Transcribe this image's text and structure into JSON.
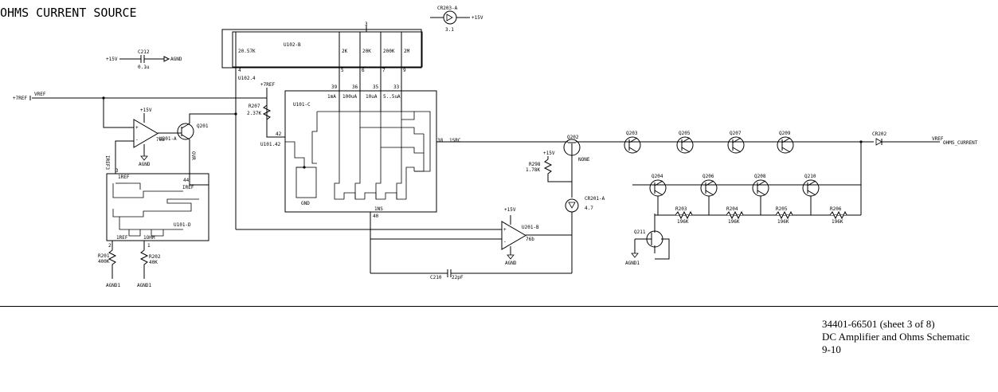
{
  "title": "OHMS CURRENT SOURCE",
  "footer": {
    "part": "34401-66501 (sheet 3 of 8)",
    "name": "DC Amplifier and Ohms Schematic",
    "page": "9-10"
  },
  "nets": {
    "vref_in": "+7REF",
    "vref_in_tag": "VREF",
    "plus15": "+15V",
    "agnd": "AGND",
    "agnd1": "AGND1",
    "out_tag": "VREF",
    "out": "OHMS_CURRENT",
    "rref": "+7REF",
    "ref": "1REF",
    "ohm": "1OHM",
    "pin40": "1NS",
    "pin38": "1SRC",
    "none": "NONE",
    "gnd": "GND",
    "u102_4": "U102.4",
    "u101_42": "U101.42",
    "iref3": "IREF3",
    "ovr": "OVR",
    "ref44": "IREF",
    "refp": "1REF"
  },
  "parts": {
    "c212": {
      "ref": "C212",
      "value": "0.1u"
    },
    "u102b": {
      "ref": "U102-B"
    },
    "u102_res": [
      "20.57K",
      "2K",
      "20K",
      "200K",
      "2M"
    ],
    "u102_pins": [
      "4",
      "5",
      "6",
      "7",
      "9",
      "3"
    ],
    "u101c": {
      "ref": "U101-C"
    },
    "u101_pins": [
      "39",
      "36",
      "35",
      "33",
      "42",
      "38",
      "40"
    ],
    "currents": [
      "1mA",
      "100uA",
      "10uA",
      "5..5uA"
    ],
    "r207": {
      "ref": "R207",
      "value": "2.37K"
    },
    "u201a": {
      "ref": "U201-A",
      "part": "76b"
    },
    "q201": {
      "ref": "Q201"
    },
    "u101d": {
      "ref": "U101-D"
    },
    "u101d_pins": [
      "3",
      "44",
      "2",
      "1"
    ],
    "r201": {
      "ref": "R201",
      "value": "400K"
    },
    "r202": {
      "ref": "R202",
      "value": "40K"
    },
    "q202": {
      "ref": "Q202"
    },
    "r298": {
      "ref": "R298",
      "value": "1.78K"
    },
    "cr203a": {
      "ref": "CR203-A",
      "value": "3.1"
    },
    "cr201a": {
      "ref": "CR201-A",
      "value": "4.7"
    },
    "u201b": {
      "ref": "U201-B",
      "part": "76b"
    },
    "c210": {
      "ref": "C210",
      "value": "22pF"
    },
    "transistors": [
      "Q203",
      "Q205",
      "Q207",
      "Q209",
      "Q204",
      "Q206",
      "Q208",
      "Q210"
    ],
    "resistors": [
      {
        "ref": "R203",
        "value": "196K"
      },
      {
        "ref": "R204",
        "value": "196K"
      },
      {
        "ref": "R205",
        "value": "196K"
      },
      {
        "ref": "R206",
        "value": "196K"
      }
    ],
    "q211": {
      "ref": "Q211"
    },
    "cr202": {
      "ref": "CR202"
    }
  }
}
